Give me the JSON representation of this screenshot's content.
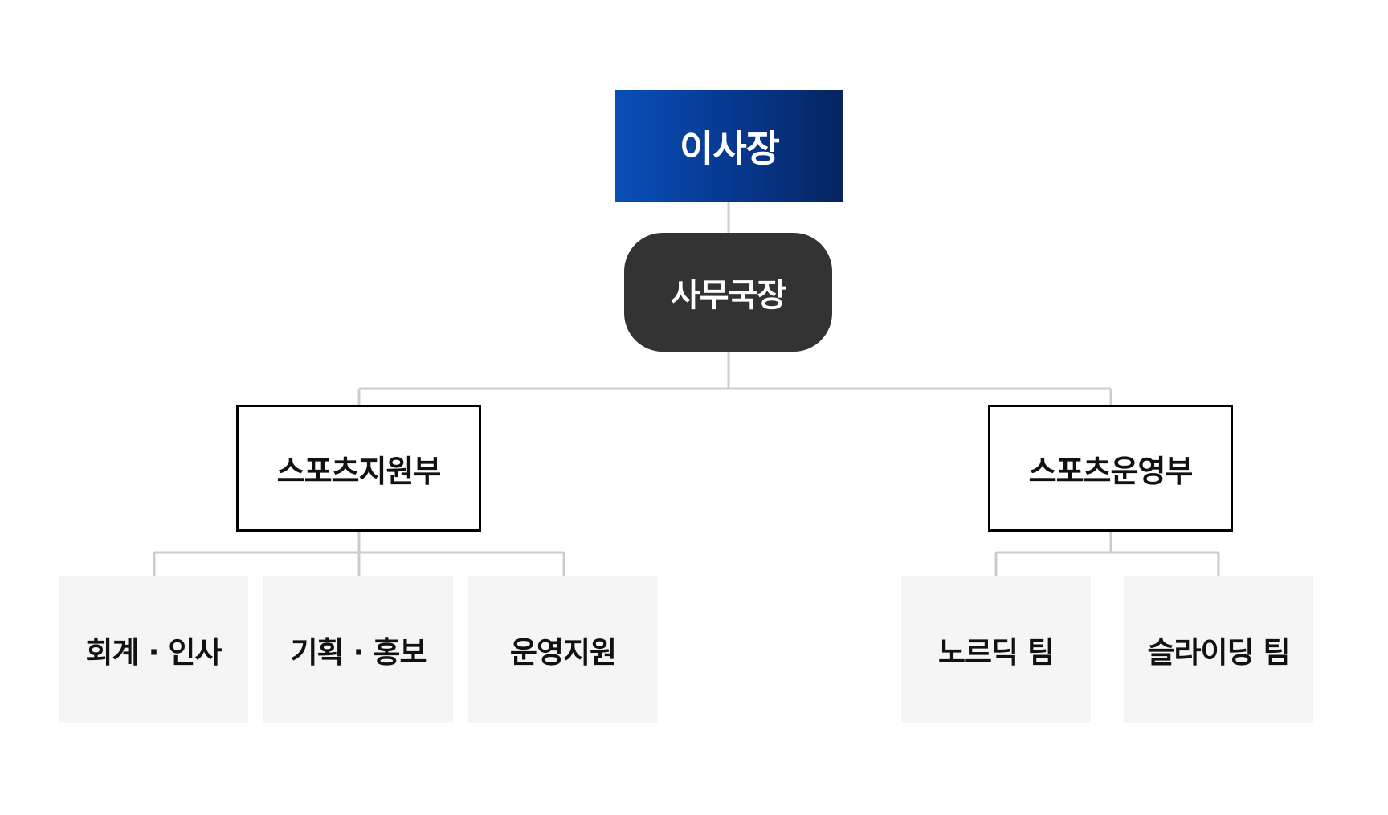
{
  "org_chart": {
    "president": "이사장",
    "secretary_general": "사무국장",
    "departments": [
      {
        "label": "스포츠지원부",
        "teams": [
          "회계 · 인사",
          "기획 · 홍보",
          "운영지원"
        ]
      },
      {
        "label": "스포츠운영부",
        "teams": [
          "노르딕 팀",
          "슬라이딩 팀"
        ]
      }
    ]
  },
  "colors": {
    "president_gradient_start": "#084fb7",
    "president_gradient_end": "#06245f",
    "secretary_background": "#333333",
    "department_border": "#000000",
    "team_background": "#f5f5f5",
    "connector": "#cccccc"
  }
}
